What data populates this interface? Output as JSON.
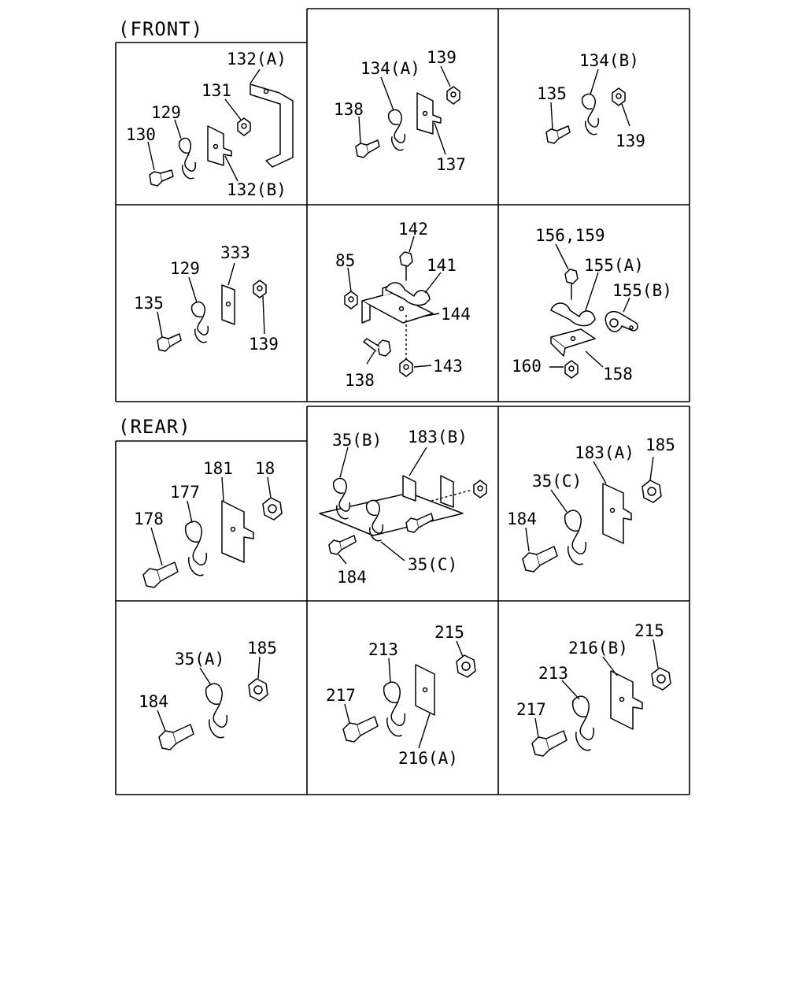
{
  "sections": {
    "front": "(FRONT)",
    "rear": "(REAR)"
  },
  "labels": {
    "f1": [
      "132(A)",
      "131",
      "129",
      "130",
      "132(B)"
    ],
    "f2": [
      "134(A)",
      "139",
      "138",
      "137"
    ],
    "f3": [
      "134(B)",
      "135",
      "139"
    ],
    "f4": [
      "333",
      "129",
      "135",
      "139"
    ],
    "f5": [
      "142",
      "85",
      "141",
      "144",
      "138",
      "143"
    ],
    "f6": [
      "156,159",
      "155(A)",
      "155(B)",
      "160",
      "158"
    ],
    "r1": [
      "181",
      "18",
      "177",
      "178"
    ],
    "r2": [
      "35(B)",
      "183(B)",
      "184",
      "35(C)"
    ],
    "r3": [
      "183(A)",
      "185",
      "35(C)",
      "184"
    ],
    "r4": [
      "35(A)",
      "185",
      "184"
    ],
    "r5": [
      "215",
      "213",
      "217",
      "216(A)"
    ],
    "r6": [
      "215",
      "216(B)",
      "213",
      "217"
    ]
  }
}
